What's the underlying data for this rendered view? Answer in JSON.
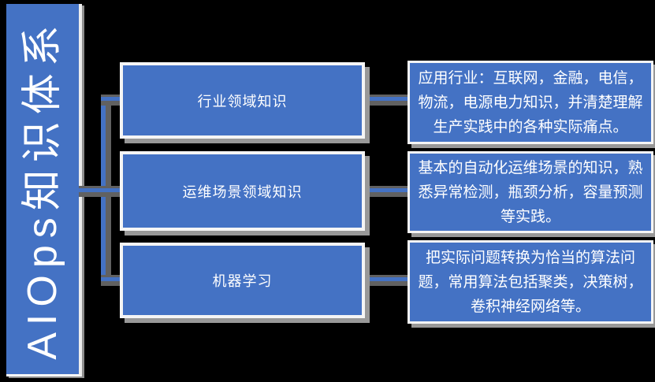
{
  "page": {
    "background_color": "#000000"
  },
  "colors": {
    "box_blue": "#4472C4",
    "text_white": "#ffffff",
    "border_white": "#f5f5f5",
    "connector_gray": "#616161",
    "shadow_gray": "#989898"
  },
  "sidebar": {
    "title": "AIOps知识体系"
  },
  "rows": [
    {
      "topic": "行业领域知识",
      "detail": "应用行业：互联网，金融，电信，物流，电源电力知识，并清楚理解生产实践中的各种实际痛点。"
    },
    {
      "topic": "运维场景领域知识",
      "detail": "基本的自动化运维场景的知识，熟悉异常检测，瓶颈分析，容量预测等实践。"
    },
    {
      "topic": "机器学习",
      "detail": "把实际问题转换为恰当的算法问题，常用算法包括聚类，决策树，卷积神经网络等。"
    }
  ]
}
